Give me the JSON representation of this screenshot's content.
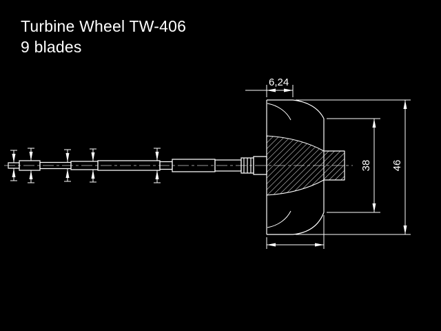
{
  "window": {
    "background": "#000000",
    "line_color": "#ffffff"
  },
  "title": {
    "line1": "Turbine Wheel TW-406",
    "line2": "9 blades"
  },
  "drawing": {
    "dim_tip_width": "6,24",
    "dim_exducer_diameter": "38",
    "dim_outer_diameter": "46"
  }
}
